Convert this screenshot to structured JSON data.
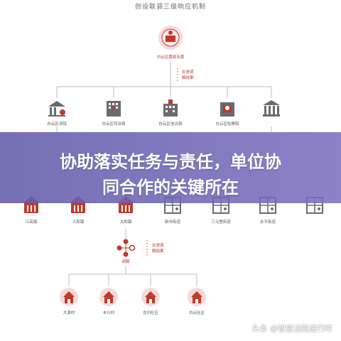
{
  "diagram": {
    "title": "创设联调三级响应机制",
    "top_node": "白云区委政法委",
    "feedback_1": [
      "反馈调",
      "解结果"
    ],
    "level2": [
      "白云区法院",
      "白云区司法局",
      "白云区信访局",
      "白云区检察院",
      ""
    ],
    "level3": [
      "江高镇",
      "人和镇",
      "太和镇",
      "新市街道",
      "三元里街道",
      "永平街道",
      ""
    ],
    "feedback_2": [
      "反馈调",
      "解结果"
    ],
    "mediate": "调解",
    "level4": [
      "大源村",
      "丰兴村",
      "龙归社区",
      "白云社区"
    ]
  },
  "banner": {
    "line1": "协助落实任务与责任，单位协",
    "line2": "同合作的关键所在"
  },
  "watermark": "头条 @智慧法院进行时",
  "colors": {
    "brand_red": "#c0392b",
    "grey_icon": "#6b6b6b",
    "banner": "#6a5fb0"
  }
}
